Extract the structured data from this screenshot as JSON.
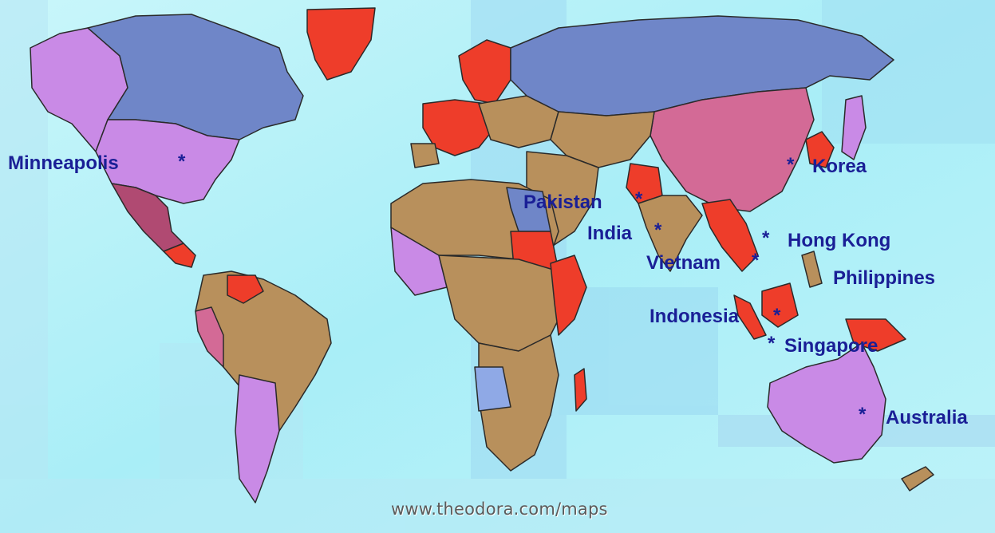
{
  "map": {
    "colors": {
      "ocean_light": "#bff3f8",
      "ocean_mid": "#7fe3f0",
      "ocean_streak": "#a8d9f2",
      "purple": "#c98ae6",
      "slate_blue": "#6f86c8",
      "tan": "#b8905c",
      "red": "#ee3d2a",
      "pink": "#d36a96",
      "light_blue": "#8fa9e6",
      "maroon": "#b04a72",
      "label": "#1a1f96"
    },
    "markers": [
      {
        "id": "minneapolis",
        "label": "Minneapolis"
      },
      {
        "id": "korea",
        "label": "Korea"
      },
      {
        "id": "pakistan",
        "label": "Pakistan"
      },
      {
        "id": "india",
        "label": "India"
      },
      {
        "id": "hong-kong",
        "label": "Hong Kong"
      },
      {
        "id": "vietnam",
        "label": "Vietnam"
      },
      {
        "id": "philippines",
        "label": "Philippines"
      },
      {
        "id": "indonesia",
        "label": "Indonesia"
      },
      {
        "id": "singapore",
        "label": "Singapore"
      },
      {
        "id": "australia",
        "label": "Australia"
      }
    ],
    "marker_symbol": "*",
    "credit": "www.theodora.com/maps"
  }
}
